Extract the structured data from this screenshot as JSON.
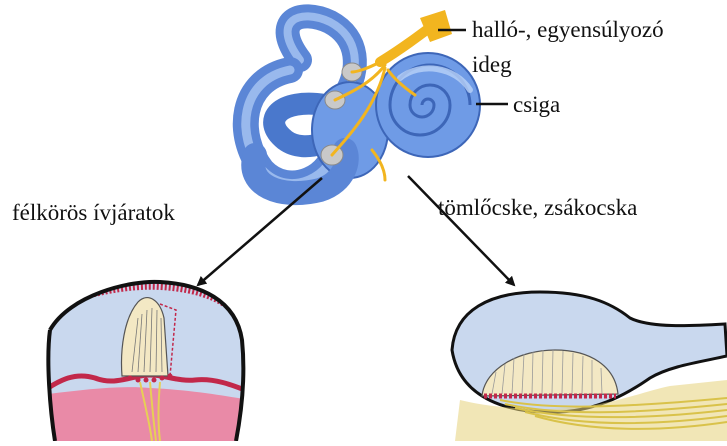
{
  "labels": {
    "nerve_line1": "halló-, egyensúlyozó",
    "nerve_line2": "ideg",
    "cochlea": "csiga",
    "semicircular": "félkörös ívjáratok",
    "utricle_saccule": "tömlőcske, zsákocska"
  },
  "colors": {
    "labyrinth": "#6f9be6",
    "labyrinth_dark": "#3d66b8",
    "labyrinth_light": "#b9d2f7",
    "nerve": "#f2b51f",
    "endolymph": "#c9d8ee",
    "membrane_red": "#c2284a",
    "cupula": "#f3e8c4",
    "hair_yellow": "#e7cf55",
    "pink_tissue": "#e98aa7"
  }
}
